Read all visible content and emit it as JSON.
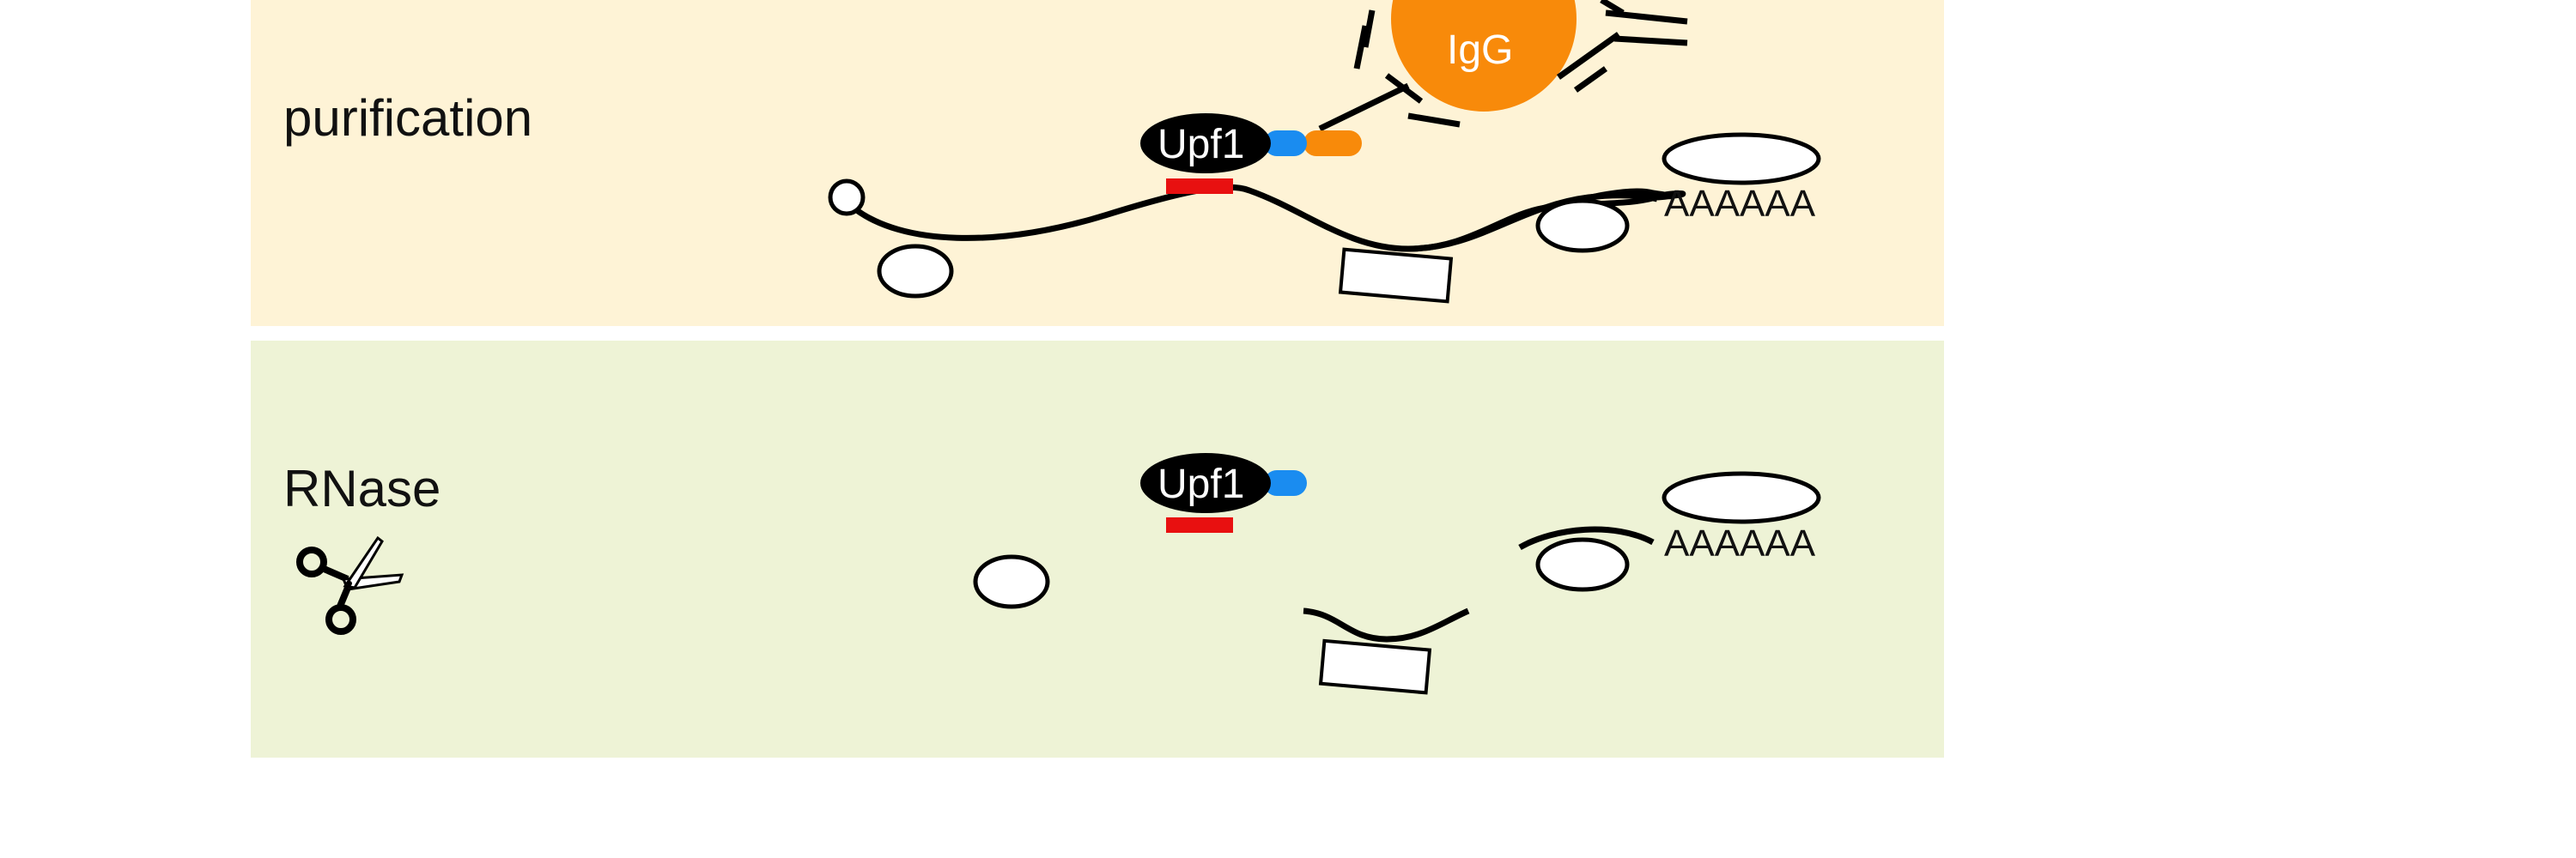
{
  "panels": [
    {
      "label": "purification",
      "background": "#fef3d6"
    },
    {
      "label": "RNase",
      "background": "#eef3d6"
    }
  ],
  "labels": {
    "protein": "Upf1",
    "antibody": "IgG",
    "poly_a": "AAAAAA"
  },
  "icons": {
    "rnase_tool": "scissors-icon"
  },
  "colors": {
    "protein": "#000000",
    "binding_site": "#e81010",
    "tag_cbp": "#1a8cf0",
    "tag_protein_a": "#f88a0a",
    "antibody_bead": "#f88a0a",
    "rna": "#000000"
  }
}
